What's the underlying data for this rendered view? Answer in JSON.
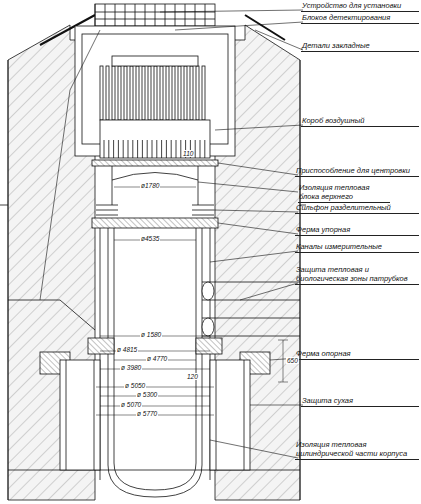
{
  "diagram": {
    "labels": [
      "Устройство для установки",
      "Блоков детектирования",
      "Детали закладные",
      "Короб воздушный",
      "Приспособление для центровки",
      "Изоляция тепловая блока верхнего",
      "Сильфон разделительный",
      "Ферма упорная",
      "Каналы измерительные",
      "Защита тепловая и биологическая зоны патрубков",
      "Ферма опорная",
      "Защита сухая",
      "Изоляция тепловая цилиндрической части корпуса",
      "ø1780",
      "110",
      "ø4535",
      "ø 1580",
      "ø 4815",
      "ø 4770",
      "ø 3980",
      "ø 5050",
      "120",
      "ø 5300",
      "ø 5070",
      "ø 5770",
      "650"
    ]
  }
}
